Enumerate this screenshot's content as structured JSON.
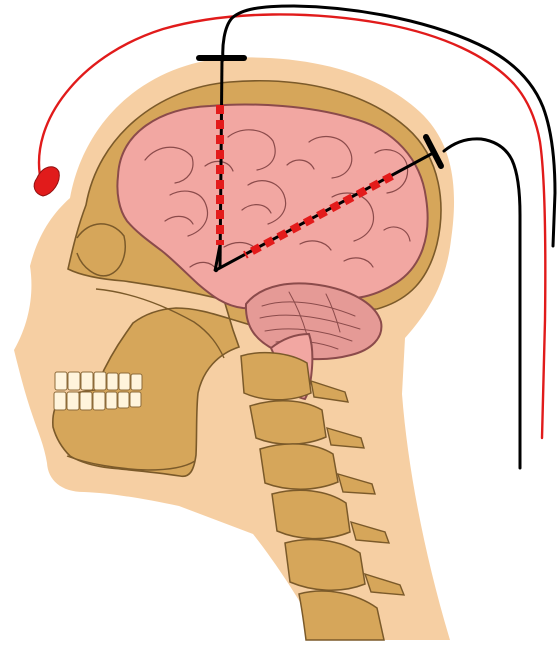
{
  "diagram": {
    "colors": {
      "background": "#ffffff",
      "soft_tissue": "#f6cfa3",
      "bone": "#d6a65a",
      "bone_outline": "#7b5a2a",
      "brain": "#f2a7a2",
      "brain_outline": "#8b4b4b",
      "cerebellum": "#e59a96",
      "teeth": "#fff4dc",
      "electrode_dashes": "#e31b1b",
      "reference_wire": "#e11b1b",
      "electrode_wire": "#000000",
      "electrode_caps": "#000000",
      "reference_clip": "#e11b1b"
    },
    "icons": {
      "head": "head-silhouette-icon",
      "skull": "skull-icon",
      "brain": "brain-icon",
      "cerebellum": "cerebellum-icon",
      "spine": "cervical-spine-icon",
      "probe_vertical": "electrode-probe-icon",
      "probe_diagonal": "electrode-probe-icon",
      "reference": "reference-clip-icon"
    },
    "probes": {
      "count": 2,
      "orientation_1": "vertical",
      "orientation_2": "diagonal"
    }
  }
}
